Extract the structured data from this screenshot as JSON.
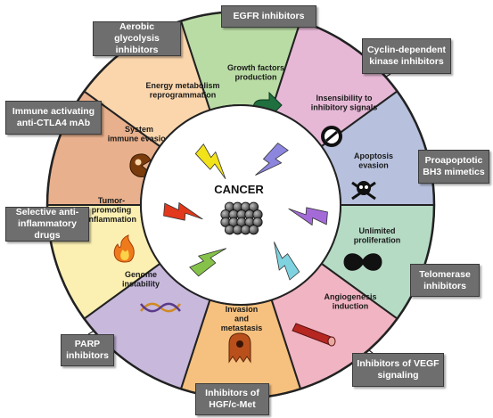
{
  "center": {
    "title": "CANCER"
  },
  "hallmarks": [
    {
      "lines": [
        "Growth factors",
        "production"
      ],
      "color": "#b9dca5"
    },
    {
      "lines": [
        "Insensibility to",
        "inhibitory signals"
      ],
      "color": "#e6b8d6"
    },
    {
      "lines": [
        "Apoptosis",
        "evasion"
      ],
      "color": "#b7c1dd"
    },
    {
      "lines": [
        "Unlimited",
        "proliferation"
      ],
      "color": "#b6dbc5"
    },
    {
      "lines": [
        "Angiogenesis",
        "induction"
      ],
      "color": "#f1b4c2"
    },
    {
      "lines": [
        "Invasion",
        "and",
        "metastasis"
      ],
      "color": "#f6c07e"
    },
    {
      "lines": [
        "Genome",
        "instability"
      ],
      "color": "#c7b8dc"
    },
    {
      "lines": [
        "Tumor-",
        "promoting",
        "inflammation"
      ],
      "color": "#fbf0b2"
    },
    {
      "lines": [
        "System",
        "immune evasion"
      ],
      "color": "#e8b08c"
    },
    {
      "lines": [
        "Energy metabolism",
        "reprogrammation"
      ],
      "color": "#fbd6ad"
    }
  ],
  "therapies": [
    {
      "text": "EGFR inhibitors"
    },
    {
      "text": "Cyclin-dependent kinase inhibitors"
    },
    {
      "text": "Proapoptotic BH3 mimetics"
    },
    {
      "text": "Telomerase inhibitors"
    },
    {
      "text": "Inhibitors of VEGF signaling"
    },
    {
      "text": "Inhibitors of HGF/c-Met"
    },
    {
      "text": "PARP inhibitors"
    },
    {
      "text": "Selective anti-inflammatory drugs"
    },
    {
      "text": "Immune activating anti-CTLA4 mAb"
    },
    {
      "text": "Aerobic glycolysis inhibitors"
    }
  ],
  "icons": [
    "arrow-up-right-icon",
    "no-entry-icon",
    "skull-icon",
    "infinity-icon",
    "blood-vessel-icon",
    "migrating-cell-icon",
    "dna-helix-icon",
    "flame-icon",
    "pac-cell-icon",
    "mitochondrion-icon"
  ],
  "bolt_colors": [
    "#f2e21a",
    "#8d86de",
    "#a46bd8",
    "#7fd3e0",
    "#86c24a",
    "#e2381b"
  ]
}
